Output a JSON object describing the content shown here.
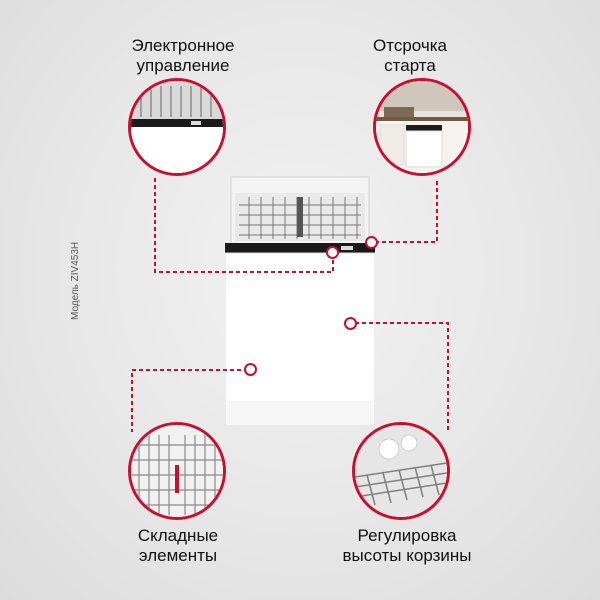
{
  "model_caption": "Модель ZIV453H",
  "features": {
    "electronic_control": {
      "line1": "Электронное",
      "line2": "управление"
    },
    "delay_start": {
      "line1": "Отсрочка",
      "line2": "старта"
    },
    "folding_elements": {
      "line1": "Складные",
      "line2": "элементы"
    },
    "basket_height": {
      "line1": "Регулировка",
      "line2": "высоты корзины"
    }
  },
  "colors": {
    "accent": "#c8102e",
    "background": "#e8e8e8"
  }
}
